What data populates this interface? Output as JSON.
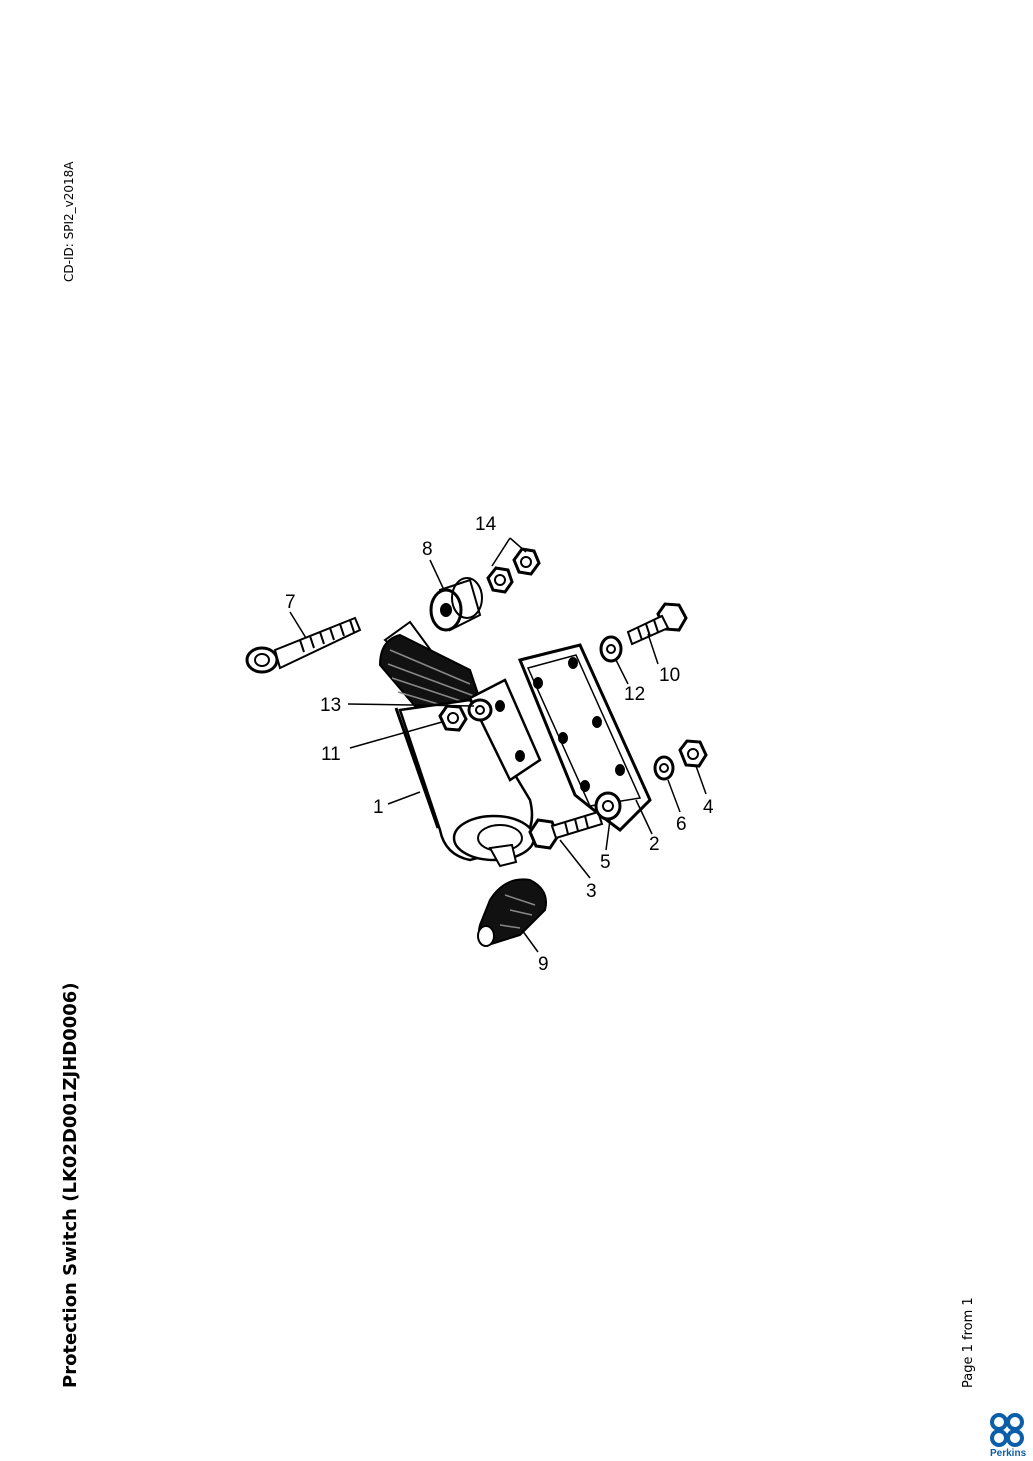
{
  "document": {
    "cd_id": "CD-ID: SPI2_v2018A",
    "title": "Protection Switch (LK02D001ZJHD0006)",
    "page_number": "Page 1 from 1",
    "brand": "Perkins",
    "brand_color": "#0b5ea8"
  },
  "diagram": {
    "callouts": [
      "1",
      "2",
      "3",
      "4",
      "5",
      "6",
      "7",
      "8",
      "9",
      "10",
      "11",
      "12",
      "13",
      "14"
    ]
  }
}
